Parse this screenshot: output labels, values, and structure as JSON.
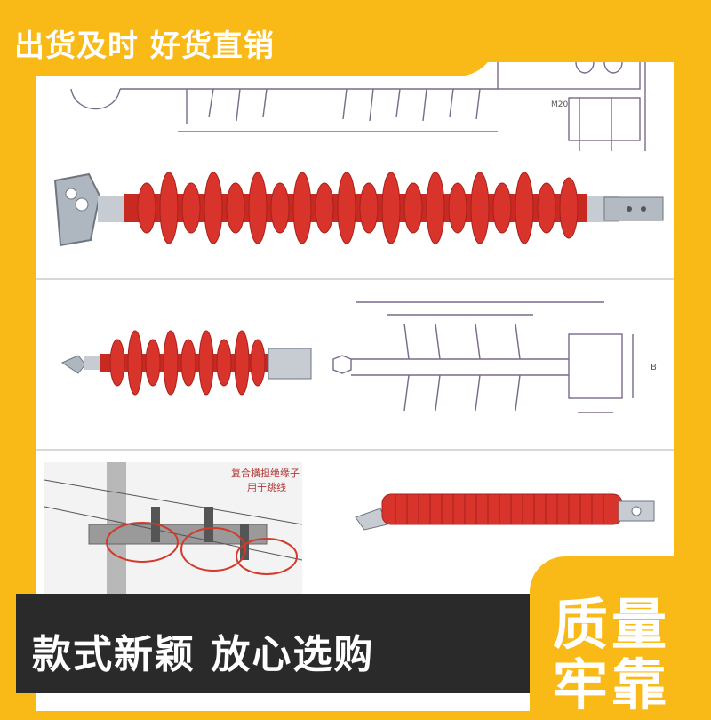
{
  "top_banner": {
    "text": "出货及时 好货直销"
  },
  "bottom_bar": {
    "text": "款式新颖   放心选购"
  },
  "badge": {
    "line1": "质量",
    "line2": "牢靠"
  },
  "annotation": {
    "line1": "复合横担绝缘子",
    "line2": "用于跳线"
  },
  "drawing_labels": {
    "thread": "M20",
    "dim_b": "B"
  },
  "colors": {
    "banner": "#f9b917",
    "insulator": "#d8342c",
    "bar": "#2a2a2a",
    "metal": "#aeb6bf"
  }
}
